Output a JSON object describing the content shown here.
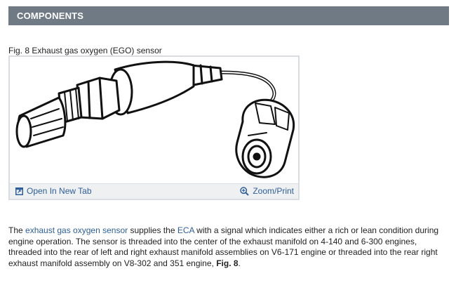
{
  "section": {
    "title": "COMPONENTS"
  },
  "figure": {
    "caption": "Fig. 8 Exhaust gas oxygen (EGO) sensor",
    "open_new_tab_label": "Open In New Tab",
    "zoom_print_label": "Zoom/Print"
  },
  "paragraph": {
    "part1": "The ",
    "link_sensor": "exhaust gas oxygen sensor",
    "part2": " supplies the ",
    "link_eca": "ECA",
    "part3": " with a signal which indicates either a rich or lean condition during engine operation. The sensor is threaded into the center of the exhaust manifold on 4-140 and 6-300 engines, threaded into the rear of left and right exhaust manifold assemblies on V6-171 engine or threaded into the rear right exhaust manifold assembly on V8-302 and 351 engine, ",
    "fig_ref": "Fig. 8",
    "part4": "."
  },
  "colors": {
    "header_bg": "#6f7a85",
    "link": "#2d5f9a",
    "toolbar_bg": "#eef0f2"
  }
}
